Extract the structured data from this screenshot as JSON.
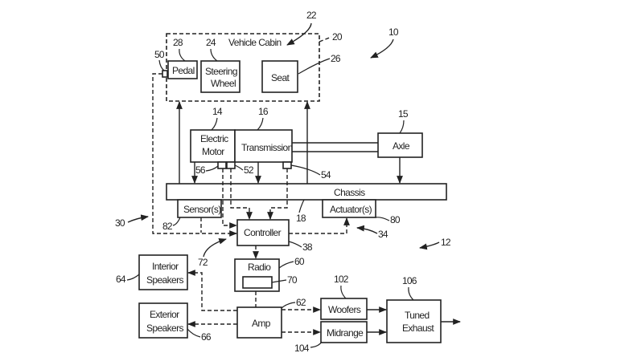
{
  "figure": {
    "ref_system": "10",
    "ref_vehicle": "12",
    "ref_cabin_arrow": "22",
    "ref_cabin": "20",
    "cabin_label": "Vehicle Cabin",
    "ref_left_loop": "30",
    "ref_right_loop": "34",
    "ref_amp_loop": "72"
  },
  "blocks": {
    "pedal": {
      "label": "Pedal",
      "ref": "28"
    },
    "steering": {
      "label_line1": "Steering",
      "label_line2": "Wheel",
      "ref": "24"
    },
    "seat": {
      "label": "Seat",
      "ref": "26"
    },
    "pedal_sensor": {
      "ref": "50"
    },
    "motor": {
      "label_line1": "Electric",
      "label_line2": "Motor",
      "ref": "14"
    },
    "transmission": {
      "label": "Transmission",
      "ref": "16"
    },
    "axle": {
      "label": "Axle",
      "ref": "15"
    },
    "sensor_56": {
      "ref": "56"
    },
    "sensor_52": {
      "ref": "52"
    },
    "sensor_54": {
      "ref": "54"
    },
    "chassis": {
      "label": "Chassis",
      "ref": "18"
    },
    "sensors": {
      "label": "Sensor(s)",
      "ref": "82"
    },
    "actuators": {
      "label": "Actuator(s)",
      "ref": "80"
    },
    "controller": {
      "label": "Controller",
      "ref": "38"
    },
    "radio": {
      "label": "Radio",
      "ref": "60",
      "inner_ref": "70"
    },
    "amp": {
      "label": "Amp",
      "ref": "62"
    },
    "interior_speakers": {
      "label_line1": "Interior",
      "label_line2": "Speakers",
      "ref": "64"
    },
    "exterior_speakers": {
      "label_line1": "Exterior",
      "label_line2": "Speakers",
      "ref": "66"
    },
    "woofers": {
      "label": "Woofers",
      "ref": "102"
    },
    "midrange": {
      "label": "Midrange",
      "ref": "104"
    },
    "tuned_exhaust": {
      "label_line1": "Tuned",
      "label_line2": "Exhaust",
      "ref": "106"
    }
  }
}
